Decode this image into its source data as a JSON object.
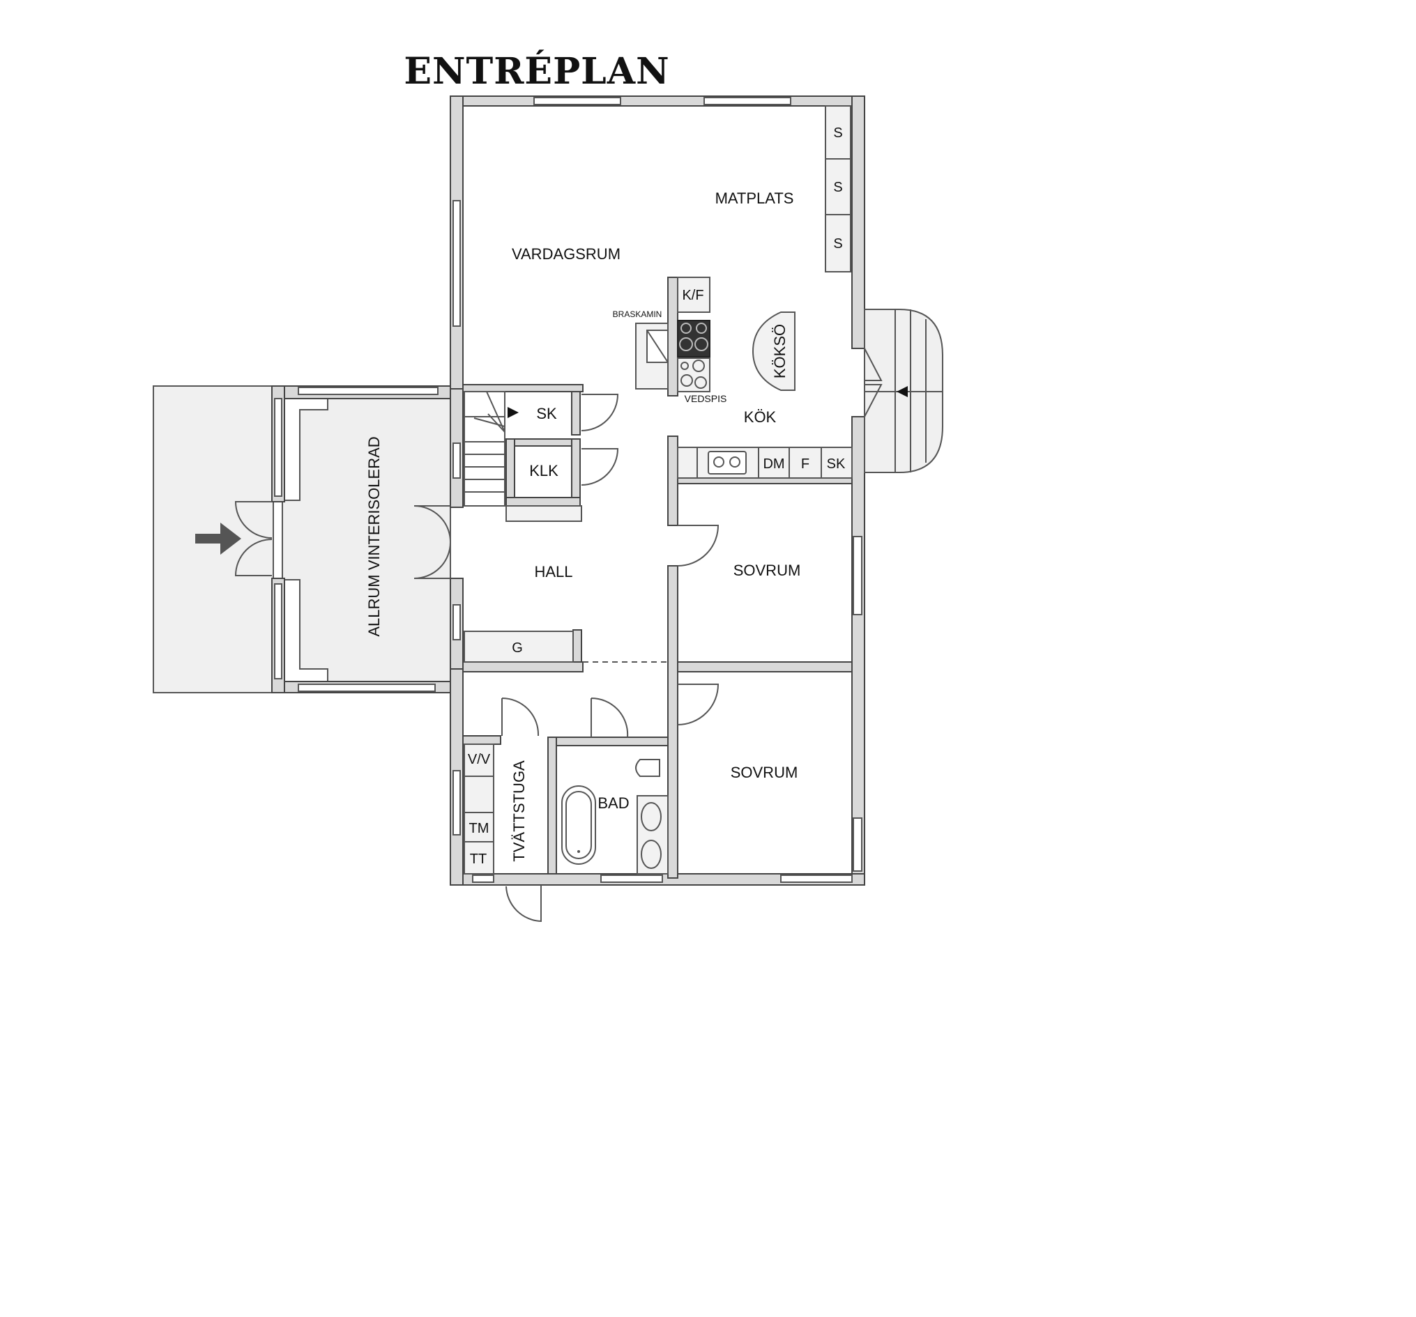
{
  "title": "ENTRÉPLAN",
  "rooms": {
    "vardagsrum": "VARDAGSRUM",
    "matplats": "MATPLATS",
    "kok": "KÖK",
    "koksoe": "KÖKSÖ",
    "hall": "HALL",
    "allrum": "ALLRUM VINTERISOLERAD",
    "sovrum_upper": "SOVRUM",
    "sovrum_lower": "SOVRUM",
    "bad": "BAD",
    "tvattstuga": "TVÄTTSTUGA"
  },
  "fixtures": {
    "s1": "S",
    "s2": "S",
    "s3": "S",
    "kf": "K/F",
    "braskamin": "BRASKAMIN",
    "vedspis": "VEDSPIS",
    "sk_stairs": "SK",
    "klk": "KLK",
    "dm": "DM",
    "f": "F",
    "sk_kitchen": "SK",
    "g": "G",
    "vv": "V/V",
    "tm": "TM",
    "tt": "TT"
  }
}
